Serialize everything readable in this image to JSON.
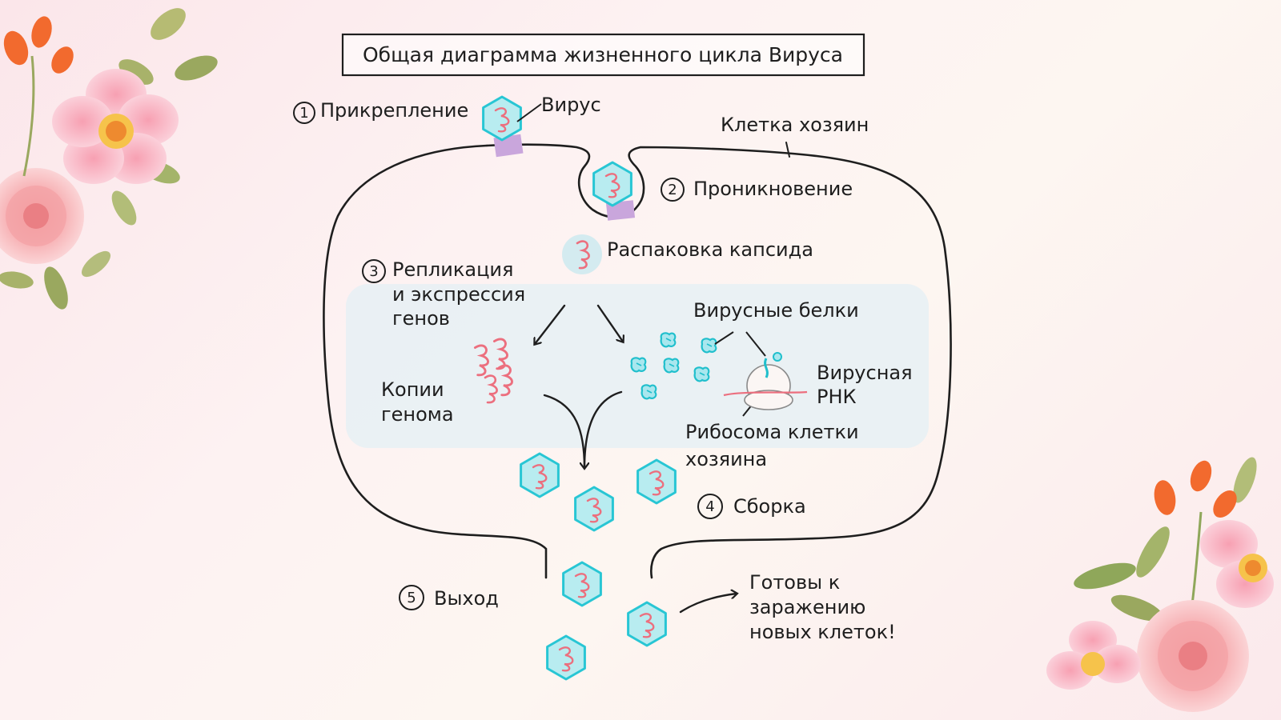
{
  "title": "Общая диаграмма жизненного цикла Вируса",
  "labels": {
    "virus": "Вирус",
    "host_cell": "Клетка хозяин",
    "capsid_unpacking": "Распаковка капсида",
    "viral_proteins": "Вирусные белки",
    "viral_rna_line1": "Вирусная",
    "viral_rna_line2": "РНК",
    "genome_copies_line1": "Копии",
    "genome_copies_line2": "генома",
    "ribosome_line1": "Рибосома клетки",
    "ribosome_line2": "хозяина",
    "ready_line1": "Готовы к",
    "ready_line2": "заражению",
    "ready_line3": "новых клеток!"
  },
  "steps": [
    {
      "number": "1",
      "lines": [
        "Прикрепление"
      ]
    },
    {
      "number": "2",
      "lines": [
        "Проникновение"
      ]
    },
    {
      "number": "3",
      "lines": [
        "Репликация",
        "и экспрессия",
        "генов"
      ]
    },
    {
      "number": "4",
      "lines": [
        "Сборка"
      ]
    },
    {
      "number": "5",
      "lines": [
        "Выход"
      ]
    }
  ],
  "colors": {
    "virus_fill": "#b8ecf0",
    "virus_stroke": "#28c6d4",
    "rna": "#ec6f7e",
    "receptor": "#c9a6dc",
    "membrane": "#1e1e1e",
    "cytoplasm": "#e6f0f4",
    "flower_pink": "#f6a8b4",
    "flower_orange": "#f26a2e",
    "leaf": "#a4b46a"
  }
}
